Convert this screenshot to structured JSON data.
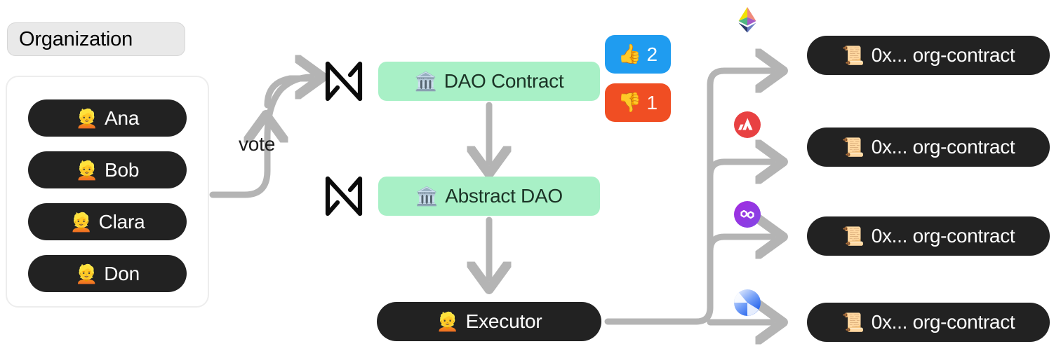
{
  "organization": {
    "label": "Organization",
    "members": [
      {
        "icon": "👱",
        "name": "Ana"
      },
      {
        "icon": "👱",
        "name": "Bob"
      },
      {
        "icon": "👱",
        "name": "Clara"
      },
      {
        "icon": "👱",
        "name": "Don"
      }
    ]
  },
  "flow": {
    "vote_label": "vote"
  },
  "contracts": {
    "dao": {
      "icon": "🏛️",
      "label": "DAO Contract"
    },
    "abstract_dao": {
      "icon": "🏛️",
      "label": "Abstract DAO"
    },
    "executor": {
      "icon": "👱",
      "label": "Executor"
    }
  },
  "votes": {
    "up": {
      "icon": "👍",
      "count": "2",
      "color": "#1f9cf0"
    },
    "down": {
      "icon": "👎",
      "count": "1",
      "color": "#f04e23"
    }
  },
  "chains": [
    {
      "name": "ethereum",
      "logo": "ethereum-logo"
    },
    {
      "name": "avalanche",
      "logo": "avalanche-logo",
      "color": "#e84142"
    },
    {
      "name": "polygon",
      "logo": "polygon-logo",
      "color": "#8247e5"
    },
    {
      "name": "arbitrum",
      "logo": "arbitrum-logo",
      "color": "#2d6cfb"
    }
  ],
  "targets": [
    {
      "icon": "📜",
      "label": "0x... org-contract"
    },
    {
      "icon": "📜",
      "label": "0x... org-contract"
    },
    {
      "icon": "📜",
      "label": "0x... org-contract"
    },
    {
      "icon": "📜",
      "label": "0x... org-contract"
    }
  ],
  "colors": {
    "dao_green": "#a8f0c6",
    "pill_dark": "#222222",
    "wire_gray": "#b4b4b4",
    "label_gray": "#e9e9e9"
  }
}
